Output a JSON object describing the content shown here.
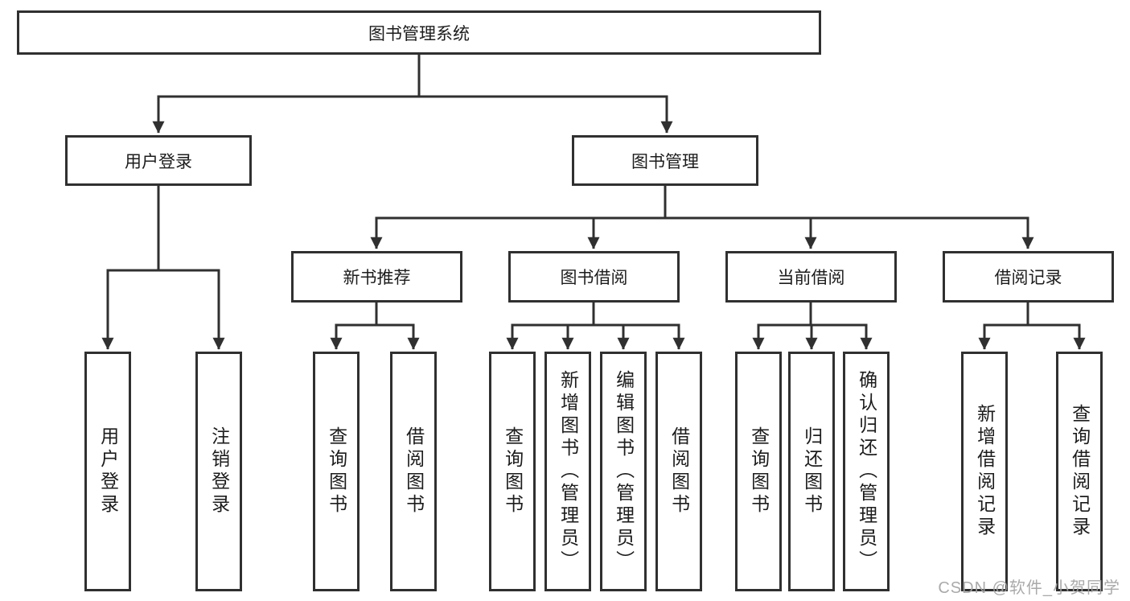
{
  "diagram": {
    "root": {
      "label": "图书管理系统"
    },
    "branches": [
      {
        "label": "用户登录",
        "children": [
          {
            "label": "用户登录"
          },
          {
            "label": "注销登录"
          }
        ]
      },
      {
        "label": "图书管理",
        "children": [
          {
            "label": "新书推荐",
            "children": [
              {
                "label": "查询图书"
              },
              {
                "label": "借阅图书"
              }
            ]
          },
          {
            "label": "图书借阅",
            "children": [
              {
                "label": "查询图书"
              },
              {
                "label": "新增图书（管理员）"
              },
              {
                "label": "编辑图书（管理员）"
              },
              {
                "label": "借阅图书"
              }
            ]
          },
          {
            "label": "当前借阅",
            "children": [
              {
                "label": "查询图书"
              },
              {
                "label": "归还图书"
              },
              {
                "label": "确认归还（管理员）"
              }
            ]
          },
          {
            "label": "借阅记录",
            "children": [
              {
                "label": "新增借阅记录"
              },
              {
                "label": "查询借阅记录"
              }
            ]
          }
        ]
      }
    ]
  },
  "watermark": {
    "text": "CSDN @软件_小贺同学"
  },
  "colors": {
    "line": "#303030",
    "text": "#1c1c1c",
    "watermark": "#a3a3a3",
    "background": "#ffffff"
  }
}
